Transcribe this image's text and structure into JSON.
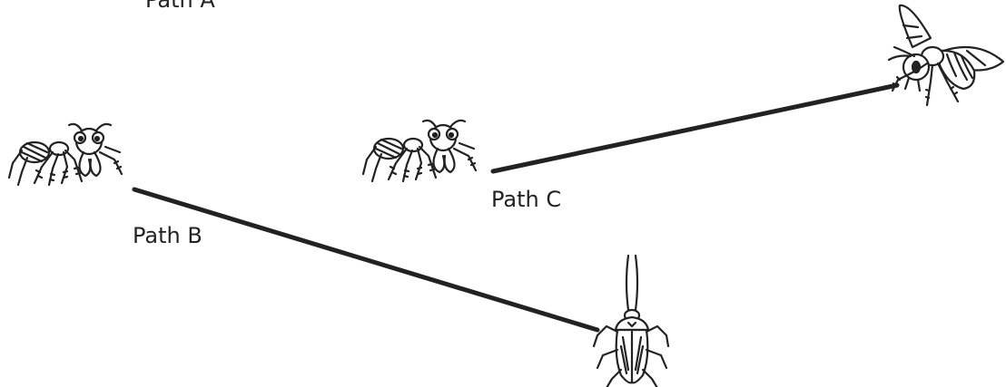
{
  "labels": {
    "path_a": "Path A",
    "path_b": "Path B",
    "path_c": "Path C"
  },
  "icons": {
    "ant_left": "ant-icon",
    "ant_middle": "ant-icon",
    "wasp": "wasp-icon",
    "cockroach": "cockroach-icon"
  },
  "colors": {
    "path_line": "#222222",
    "outline": "#222222",
    "background": "#ffffff"
  }
}
